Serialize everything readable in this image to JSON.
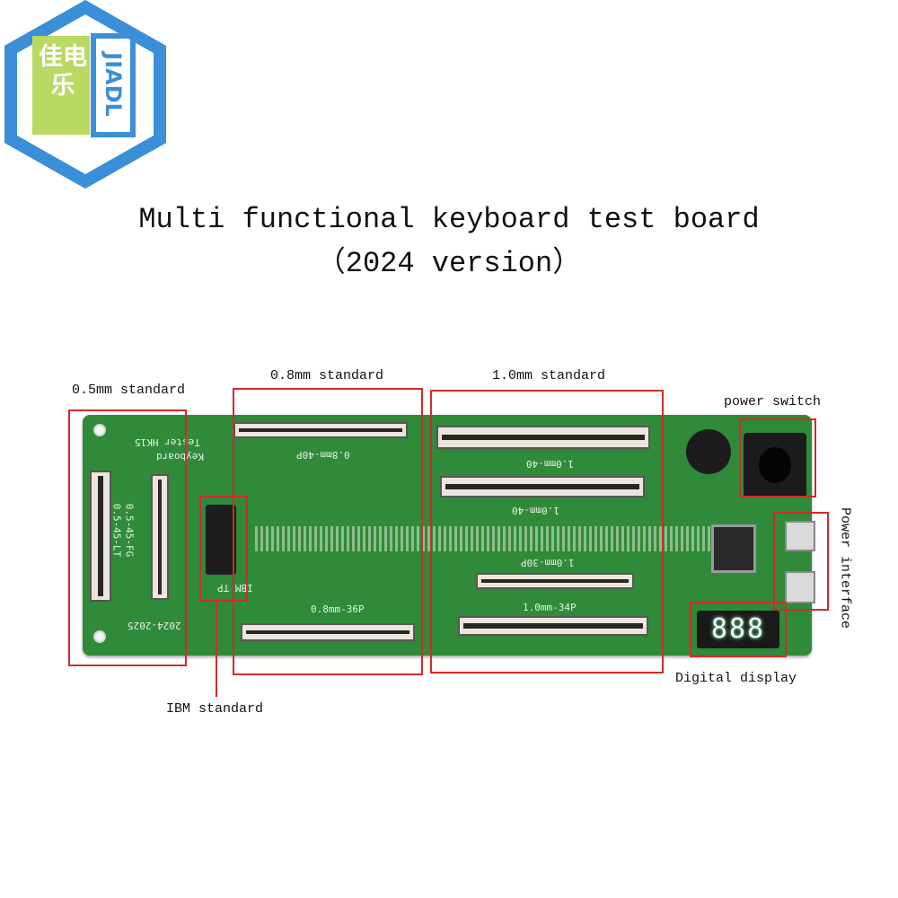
{
  "logo": {
    "chinese": "佳电乐",
    "english": "JIADL",
    "colors": {
      "hex": "#3b8fd9",
      "green": "#b8d962"
    }
  },
  "title": {
    "line1": "Multi functional keyboard test board",
    "line2": "（2024 version）"
  },
  "callouts": {
    "std_05": "0.5mm standard",
    "std_08": "0.8mm standard",
    "std_10": "1.0mm standard",
    "power_switch": "power switch",
    "power_interface": "Power interface",
    "digital_display": "Digital display",
    "ibm_standard": "IBM standard"
  },
  "board_silk": {
    "c08_40p": "0.8mm-40P",
    "c08_36p": "0.8mm-36P",
    "c10_40_a": "1.0mm-40",
    "c10_40_b": "1.0mm-40",
    "c10_30p": "1.0mm-30P",
    "c10_34p": "1.0mm-34P",
    "c05_lt": "0.5-45-LT",
    "c05_fg": "0.5-45-FG",
    "ibm_tp": "IBM TP",
    "keyboard": "Keyboard",
    "tester": "Tester HK15",
    "date": "2024-2025",
    "display_digits": "888"
  },
  "colors": {
    "box": "#d42a2a",
    "pcb": "#2f8a3a"
  }
}
